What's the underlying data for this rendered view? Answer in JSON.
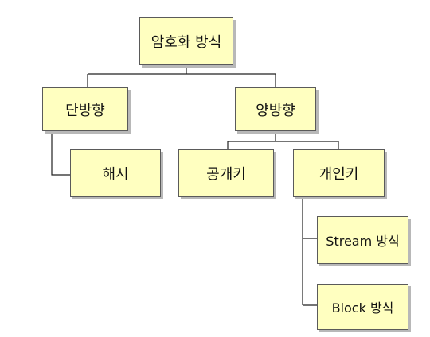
{
  "diagram": {
    "root": {
      "label": "암호화 방식"
    },
    "one_way": {
      "label": "단방향"
    },
    "two_way": {
      "label": "양방향"
    },
    "hash": {
      "label": "해시"
    },
    "public_key": {
      "label": "공개키"
    },
    "private_key": {
      "label": "개인키"
    },
    "stream": {
      "label": "Stream 방식"
    },
    "block": {
      "label": "Block 방식"
    }
  },
  "colors": {
    "node_fill": "#ffffc0",
    "node_border": "#5a5a5a",
    "connector": "#222222"
  }
}
